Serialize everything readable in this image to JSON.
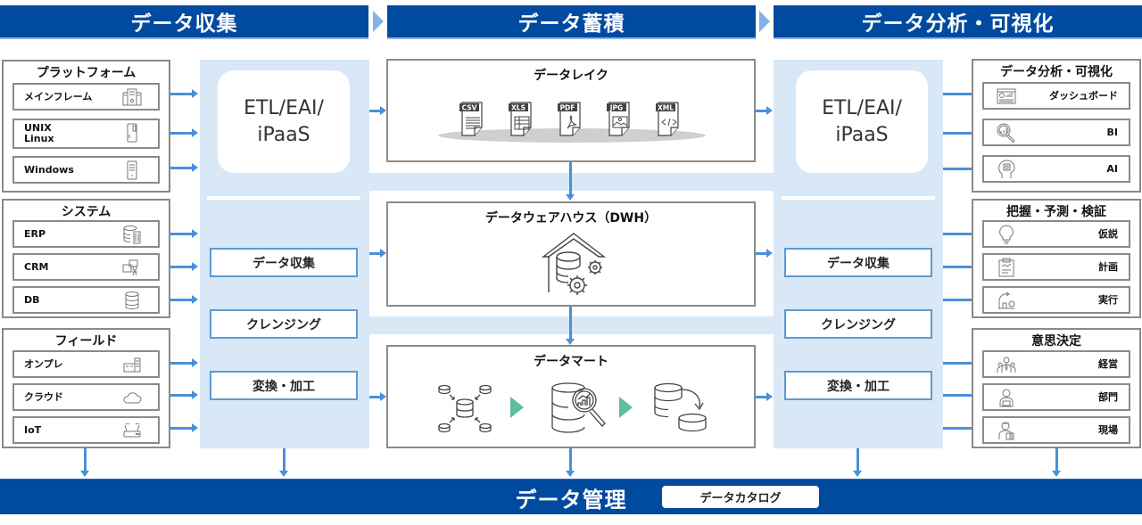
{
  "phases": {
    "collect": "データ収集",
    "store": "データ蓄積",
    "analyze": "データ分析・可視化"
  },
  "sources": [
    {
      "title": "プラットフォーム",
      "items": [
        {
          "label": "メインフレーム",
          "icon": "mainframe-icon"
        },
        {
          "label": "UNIX\nLinux",
          "label_line1": "UNIX",
          "label_line2": "Linux",
          "icon": "server-icon"
        },
        {
          "label": "Windows",
          "icon": "pc-tower-icon"
        }
      ]
    },
    {
      "title": "システム",
      "items": [
        {
          "label": "ERP",
          "icon": "database-building-icon"
        },
        {
          "label": "CRM",
          "icon": "crm-people-icon"
        },
        {
          "label": "DB",
          "icon": "database-icon"
        }
      ]
    },
    {
      "title": "フィールド",
      "items": [
        {
          "label": "オンプレ",
          "icon": "on-premise-building-icon"
        },
        {
          "label": "クラウド",
          "icon": "cloud-icon"
        },
        {
          "label": "IoT",
          "icon": "router-icon"
        }
      ]
    }
  ],
  "etl_left": {
    "line1": "ETL/EAI/",
    "line2": "iPaaS"
  },
  "etl_right": {
    "line1": "ETL/EAI/",
    "line2": "iPaaS"
  },
  "process_left": [
    "データ収集",
    "クレンジング",
    "変換・加工"
  ],
  "process_right": [
    "データ収集",
    "クレンジング",
    "変換・加工"
  ],
  "storage": {
    "data_lake": {
      "title": "データレイク",
      "files": [
        "CSV",
        "XLS",
        "PDF",
        "JPG",
        "XML"
      ]
    },
    "dwh": {
      "title": "データウェアハウス（DWH）"
    },
    "data_mart": {
      "title": "データマート"
    }
  },
  "outputs": [
    {
      "title": "データ分析・可視化",
      "items": [
        {
          "label": "ダッシュボード",
          "icon": "dashboard-icon"
        },
        {
          "label": "BI",
          "icon": "magnifier-chart-icon"
        },
        {
          "label": "AI",
          "icon": "ai-head-icon"
        }
      ]
    },
    {
      "title": "把握・予測・検証",
      "items": [
        {
          "label": "仮説",
          "icon": "lightbulb-icon"
        },
        {
          "label": "計画",
          "icon": "clipboard-icon"
        },
        {
          "label": "実行",
          "icon": "execute-chart-icon"
        }
      ]
    },
    {
      "title": "意思決定",
      "items": [
        {
          "label": "経営",
          "icon": "executive-group-icon"
        },
        {
          "label": "部門",
          "icon": "department-person-icon"
        },
        {
          "label": "現場",
          "icon": "field-worker-icon"
        }
      ]
    }
  ],
  "footer": {
    "title": "データ管理",
    "catalog": "データカタログ"
  },
  "colors": {
    "header_blue": "#004a9f",
    "band_blue": "#d8e8f7",
    "arrow_blue": "#4a90d9",
    "process_border": "#5b9bd5",
    "play_green": "#5cbf9f"
  }
}
